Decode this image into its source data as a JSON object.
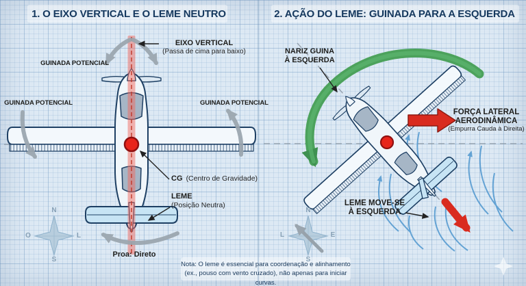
{
  "panels": {
    "left": {
      "title": "1. O EIXO VERTICAL E O LEME NEUTRO",
      "eixo_vertical": {
        "label": "EIXO VERTICAL",
        "sublabel": "(Passa de cima para baixo)"
      },
      "guinada_top": "GUINADA POTENCIAL",
      "guinada_left": "GUINADA POTENCIAL",
      "guinada_right": "GUINADA POTENCIAL",
      "cg": {
        "label": "CG",
        "sublabel": "(Centro de Gravidade)"
      },
      "leme": {
        "label": "LEME",
        "sublabel": "(Posição Neutra)"
      },
      "proa": "Proa: Direto",
      "compass": {
        "north": "N",
        "west": "O",
        "east": "L",
        "south": "S"
      }
    },
    "right": {
      "title": "2. AÇÃO DO LEME: GUINADA PARA A ESQUERDA",
      "nariz": {
        "line1": "NARIZ GUINA",
        "line2": "À ESQUERDA"
      },
      "forca": {
        "line1": "FORÇA LATERAL",
        "line2": "AERODINÂMICA",
        "sublabel": "(Empurra Cauda à Direita)"
      },
      "leme_move": {
        "line1": "LEME MOVE-SE",
        "line2": "À ESQUERDA"
      },
      "compass": {
        "north": "N",
        "west": "L",
        "east": "E",
        "south": "S"
      }
    }
  },
  "note": {
    "line1": "Nota: O leme é essencial para coordenação e alinhamento",
    "line2": "(ex., pouso com vento cruzado), não apenas para iniciar curvas."
  },
  "colors": {
    "title_navy": "#15385e",
    "label_black": "#1d1d1b",
    "axis_red": "#ef6a60",
    "cg_red": "#e8251b",
    "yaw_gray": "#9aa5ae",
    "turn_green": "#4ca25c",
    "force_red": "#d92b1f",
    "stream_blue": "#4f97cf",
    "tail_blue": "#c7e4f4",
    "plane_outline": "#1d3f63",
    "compass_gray": "#87a0b5"
  }
}
